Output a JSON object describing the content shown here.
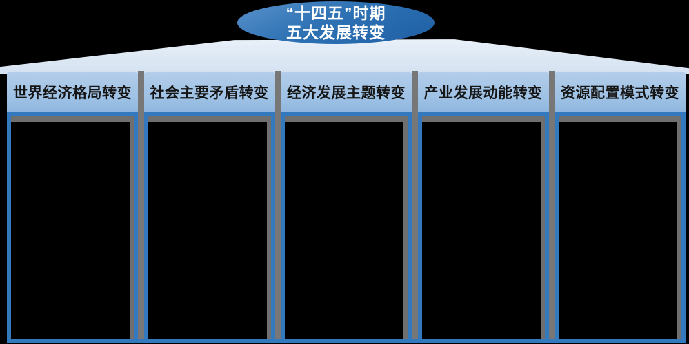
{
  "banner": {
    "line1": "“十四五”时期",
    "line2": "五大发展转变"
  },
  "columns": [
    {
      "header": "世界经济格局转变"
    },
    {
      "header": "社会主要矛盾转变"
    },
    {
      "header": "经济发展主题转变"
    },
    {
      "header": "产业发展动能转变"
    },
    {
      "header": "资源配置模式转变"
    }
  ],
  "colors": {
    "background": "#000000",
    "banner_blue": "#2e72b4",
    "banner_text": "#ffffff",
    "roof_light_blue": "#dde8f4",
    "header_blue": "#9cc0e4",
    "header_text": "#151515",
    "border_blue": "#3478bd",
    "shadow_gray": "#6f6f6f"
  }
}
